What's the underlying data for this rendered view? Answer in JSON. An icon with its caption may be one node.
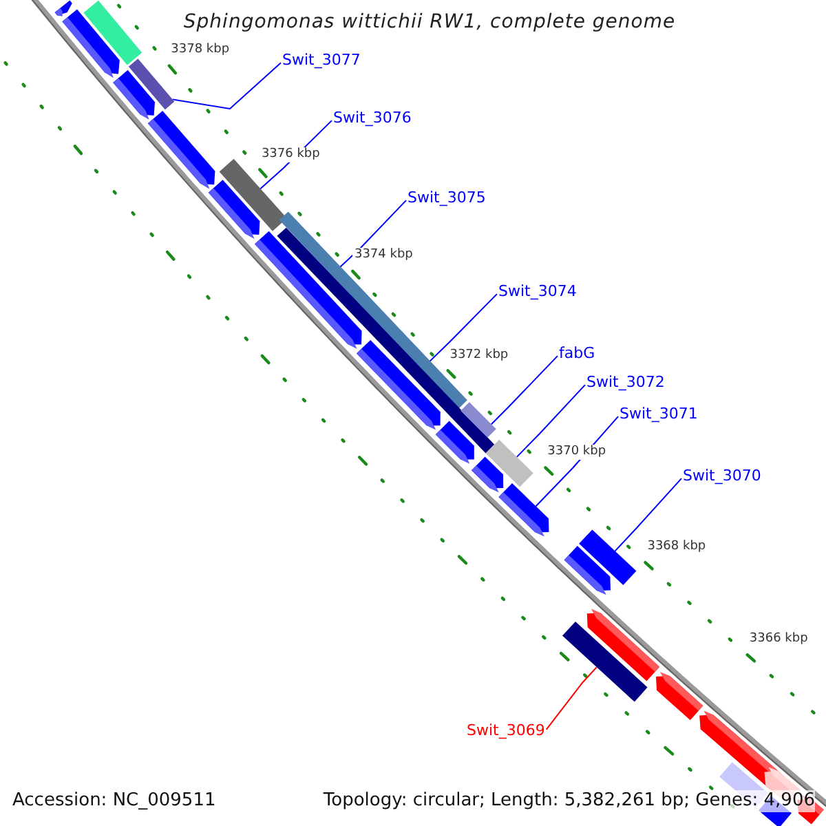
{
  "diagram": {
    "title": "Sphingomonas wittichii RW1, complete genome",
    "nodes": [
      {
        "text": [
          "Swit_3077"
        ]
      },
      {
        "text": [
          "Swit_3076"
        ]
      },
      {
        "text": [
          "Swit_3075"
        ]
      },
      {
        "text": [
          "Swit_3074"
        ]
      },
      {
        "text": [
          "fabG"
        ]
      },
      {
        "text": [
          "Swit_3072"
        ]
      },
      {
        "text": [
          "Swit_3071"
        ]
      },
      {
        "text": [
          "Swit_3070"
        ]
      },
      {
        "text": [
          "Swit_3069"
        ]
      },
      {
        "text": [],
        "shape": "bar"
      },
      {
        "text": [],
        "shape": "pentagon"
      },
      {
        "text": [],
        "shape": "pentagon"
      },
      {
        "text": [],
        "shape": "pentagon"
      },
      {
        "text": [],
        "shape": "bar"
      },
      {
        "text": [],
        "shape": "pentagon"
      },
      {
        "text": [],
        "shape": "bar"
      },
      {
        "text": [],
        "shape": "pentagon"
      },
      {
        "text": [],
        "shape": "pentagon"
      },
      {
        "text": [],
        "shape": "bar"
      },
      {
        "text": [],
        "shape": "bar"
      },
      {
        "text": [],
        "shape": "pentagon"
      },
      {
        "text": [],
        "shape": "pentagon"
      },
      {
        "text": [],
        "shape": "bar"
      },
      {
        "text": [],
        "shape": "bar"
      },
      {
        "text": [],
        "shape": "pentagon"
      },
      {
        "text": [],
        "shape": "pentagon"
      },
      {
        "text": [],
        "shape": "bar"
      },
      {
        "text": [],
        "shape": "pentagon"
      },
      {
        "text": [],
        "shape": "bar"
      },
      {
        "text": [],
        "shape": "pentagon"
      },
      {
        "text": [],
        "shape": "pentagon"
      },
      {
        "text": [],
        "shape": "pentagon"
      },
      {
        "text": [],
        "shape": "bar"
      },
      {
        "text": [],
        "shape": "pentagon"
      },
      {
        "text": [],
        "shape": "bar"
      },
      {
        "text": [],
        "shape": "pentagon"
      }
    ],
    "edges": [
      {
        "from": 0,
        "to": 13,
        "arrow": "none"
      },
      {
        "from": 1,
        "to": 15,
        "arrow": "none"
      },
      {
        "from": 2,
        "to": 18,
        "arrow": "none"
      },
      {
        "from": 3,
        "to": 19,
        "arrow": "none"
      },
      {
        "from": 4,
        "to": 22,
        "arrow": "none"
      },
      {
        "from": 5,
        "to": 23,
        "arrow": "none"
      },
      {
        "from": 6,
        "to": 25,
        "arrow": "none"
      },
      {
        "from": 7,
        "to": 26,
        "arrow": "none"
      },
      {
        "from": 8,
        "to": 28,
        "arrow": "none",
        "color": "#ff0000"
      }
    ],
    "labels": [
      "3378 kbp",
      "3376 kbp",
      "3374 kbp",
      "3372 kbp",
      "3370 kbp",
      "3368 kbp",
      "3366 kbp",
      "Accession: NC_009511",
      "Topology: circular; Length: 5,382,261 bp; Genes: 4,906"
    ]
  }
}
